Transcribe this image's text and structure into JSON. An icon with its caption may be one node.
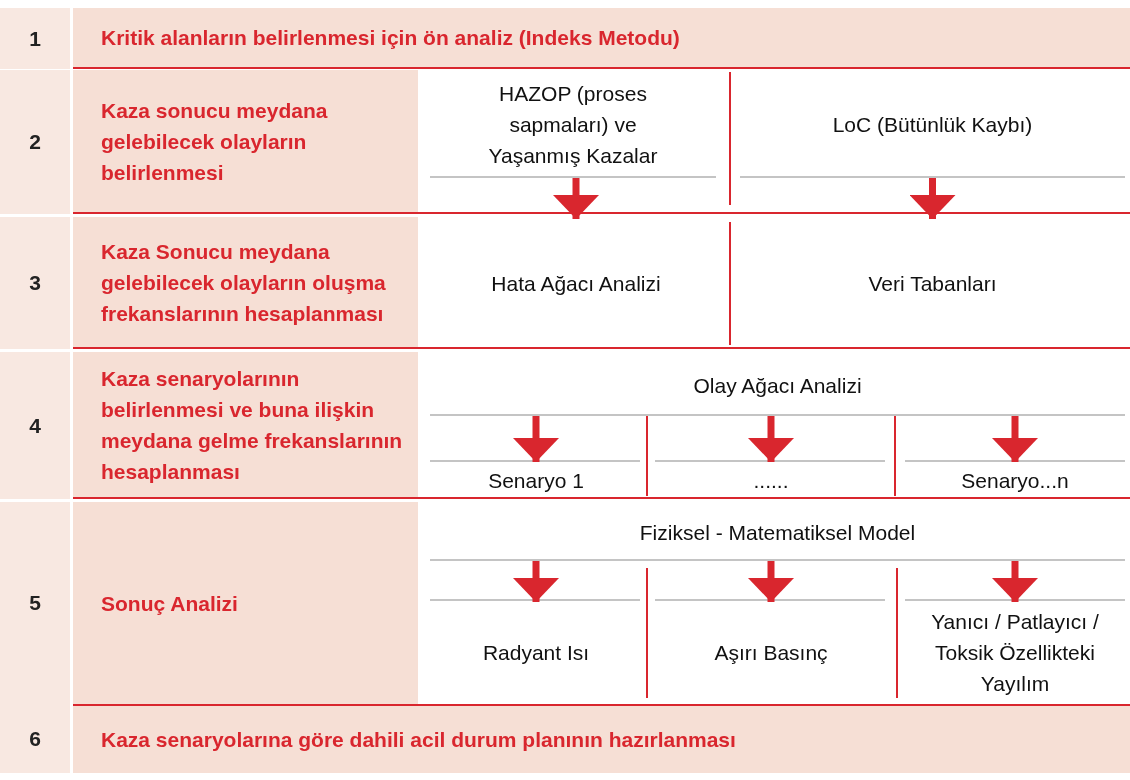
{
  "diagram": {
    "nodes": [
      {
        "text": [
          "HAZOP (proses sapmaları) ve Yaşanmış Kazalar"
        ]
      },
      {
        "text": [
          "LoC (Bütünlük Kaybı)"
        ]
      },
      {
        "text": [
          "Hata Ağacı Analizi"
        ]
      },
      {
        "text": [
          "Veri Tabanları"
        ]
      },
      {
        "text": [
          "Olay Ağacı Analizi"
        ]
      },
      {
        "text": [
          "Senaryo 1"
        ]
      },
      {
        "text": [
          "......"
        ]
      },
      {
        "text": [
          "Senaryo...n"
        ]
      },
      {
        "text": [
          "Fiziksel - Matematiksel Model"
        ]
      },
      {
        "text": [
          "Radyant Isı"
        ]
      },
      {
        "text": [
          "Aşırı Basınç"
        ]
      },
      {
        "text": [
          "Yanıcı / Patlayıcı / Toksik Özellikteki Yayılım"
        ]
      }
    ],
    "edges": [
      {
        "from": 0,
        "to": 2,
        "arrow": "to"
      },
      {
        "from": 1,
        "to": 3,
        "arrow": "to"
      },
      {
        "from": 4,
        "to": 5,
        "arrow": "to"
      },
      {
        "from": 4,
        "to": 6,
        "arrow": "to"
      },
      {
        "from": 4,
        "to": 7,
        "arrow": "to"
      },
      {
        "from": 8,
        "to": 9,
        "arrow": "to"
      },
      {
        "from": 8,
        "to": 10,
        "arrow": "to"
      },
      {
        "from": 8,
        "to": 11,
        "arrow": "to"
      }
    ],
    "labels": [
      "1",
      "Kritik alanların belirlenmesi için ön analiz (Indeks Metodu)",
      "2",
      "Kaza sonucu meydana gelebilecek olayların belirlenmesi",
      "3",
      "Kaza Sonucu meydana gelebilecek olayların oluşma frekanslarının hesaplanması",
      "4",
      "Kaza senaryolarının belirlenmesi ve buna ilişkin meydana gelme frekanslarının hesaplanması",
      "5",
      "Sonuç Analizi",
      "6",
      "Kaza senaryolarına göre dahili acil durum planının hazırlanması"
    ]
  }
}
